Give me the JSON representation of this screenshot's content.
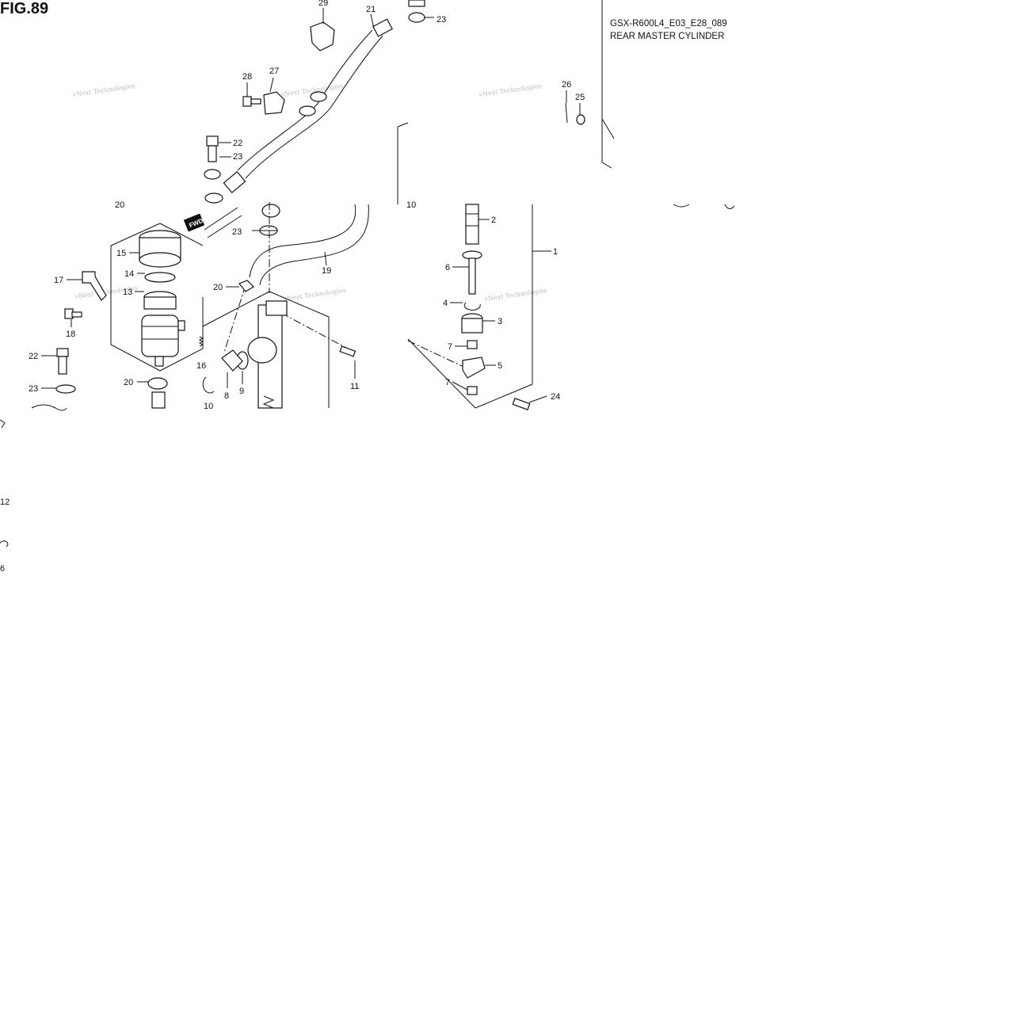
{
  "figure": {
    "label": "FIG.89"
  },
  "header": {
    "model_code": "GSX-R600L4_E03_E28_089",
    "title": "REAR MASTER CYLINDER"
  },
  "watermark": "vNext Technologies",
  "callouts": [
    {
      "id": "29",
      "text": "29"
    },
    {
      "id": "21",
      "text": "21"
    },
    {
      "id": "23a",
      "text": "23"
    },
    {
      "id": "28",
      "text": "28"
    },
    {
      "id": "27",
      "text": "27"
    },
    {
      "id": "26",
      "text": "26"
    },
    {
      "id": "25",
      "text": "25"
    },
    {
      "id": "22a",
      "text": "22"
    },
    {
      "id": "23b",
      "text": "23"
    },
    {
      "id": "20a",
      "text": "20"
    },
    {
      "id": "10a",
      "text": "10"
    },
    {
      "id": "2",
      "text": "2"
    },
    {
      "id": "23c",
      "text": "23"
    },
    {
      "id": "15",
      "text": "15"
    },
    {
      "id": "1",
      "text": "1"
    },
    {
      "id": "14",
      "text": "14"
    },
    {
      "id": "17",
      "text": "17"
    },
    {
      "id": "19",
      "text": "19"
    },
    {
      "id": "6",
      "text": "6"
    },
    {
      "id": "20b",
      "text": "20"
    },
    {
      "id": "13",
      "text": "13"
    },
    {
      "id": "4",
      "text": "4"
    },
    {
      "id": "3",
      "text": "3"
    },
    {
      "id": "18",
      "text": "18"
    },
    {
      "id": "7a",
      "text": "7"
    },
    {
      "id": "22b",
      "text": "22"
    },
    {
      "id": "16",
      "text": "16"
    },
    {
      "id": "5",
      "text": "5"
    },
    {
      "id": "20c",
      "text": "20"
    },
    {
      "id": "11",
      "text": "11"
    },
    {
      "id": "7b",
      "text": "7"
    },
    {
      "id": "23d",
      "text": "23"
    },
    {
      "id": "8",
      "text": "8"
    },
    {
      "id": "9",
      "text": "9"
    },
    {
      "id": "24",
      "text": "24"
    },
    {
      "id": "10b",
      "text": "10"
    },
    {
      "id": "12",
      "text": "12"
    },
    {
      "id": "6b",
      "text": "6"
    }
  ],
  "badge": {
    "fwd_text": "FWD"
  }
}
